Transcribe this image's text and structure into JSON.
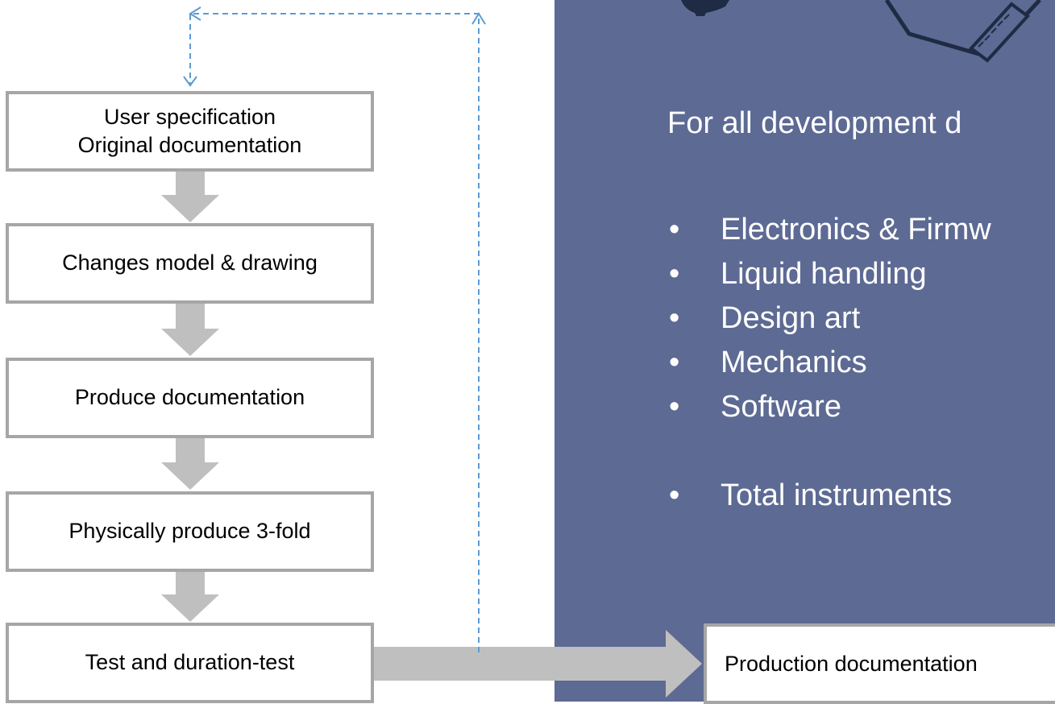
{
  "flow_steps": [
    {
      "lines": [
        "User specification",
        "Original documentation"
      ]
    },
    {
      "lines": [
        "Changes model & drawing"
      ]
    },
    {
      "lines": [
        "Produce documentation"
      ]
    },
    {
      "lines": [
        "Physically produce 3-fold"
      ]
    },
    {
      "lines": [
        "Test and duration-test"
      ]
    }
  ],
  "panel": {
    "heading": "For all development d",
    "bullet_glyph": "•",
    "bullets": [
      "Electronics & Firmw",
      "Liquid handling",
      "Design art",
      "Mechanics",
      "Software"
    ],
    "extra_bullet": "Total instruments",
    "output_box": "Production documentation"
  },
  "colors": {
    "panel_bg": "#5d6a93",
    "box_border": "#a6a6a6",
    "arrow_fill": "#bfbfbf",
    "feedback_line": "#5b9bd5"
  }
}
